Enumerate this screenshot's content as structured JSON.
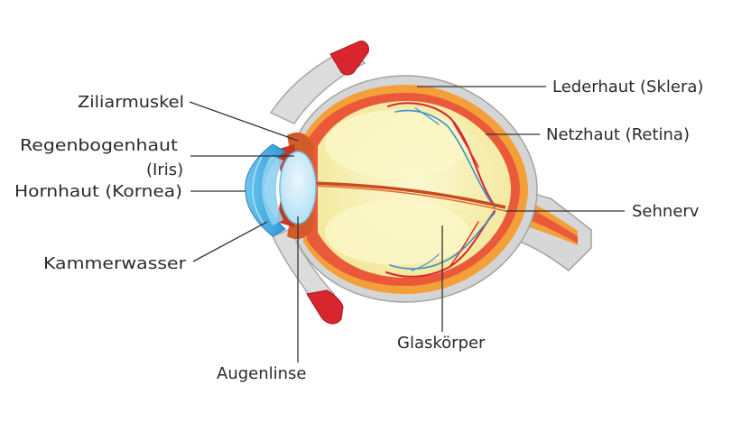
{
  "labels": {
    "sclera": "Lederhaut (Sklera)",
    "retina": "Netzhaut (Retina)",
    "optic_nerve": "Sehnerv",
    "vitreous": "Glaskörper",
    "lens": "Augenlinse",
    "aqueous": "Kammerwasser",
    "cornea": "Hornhaut (Kornea)",
    "iris_line1": "Regenbogenhaut",
    "iris_line2": "(Iris)",
    "ciliary": "Ziliarmuskel"
  },
  "colors": {
    "sclera": "#d5d5d5",
    "choroid": "#f3a03a",
    "retina": "#e9593a",
    "vitreous": "#f6f0b4",
    "cornea": "#49b4e6",
    "lens": "#d4eef9",
    "muscle": "#d9252e",
    "vessel": "#3a8fd0"
  }
}
